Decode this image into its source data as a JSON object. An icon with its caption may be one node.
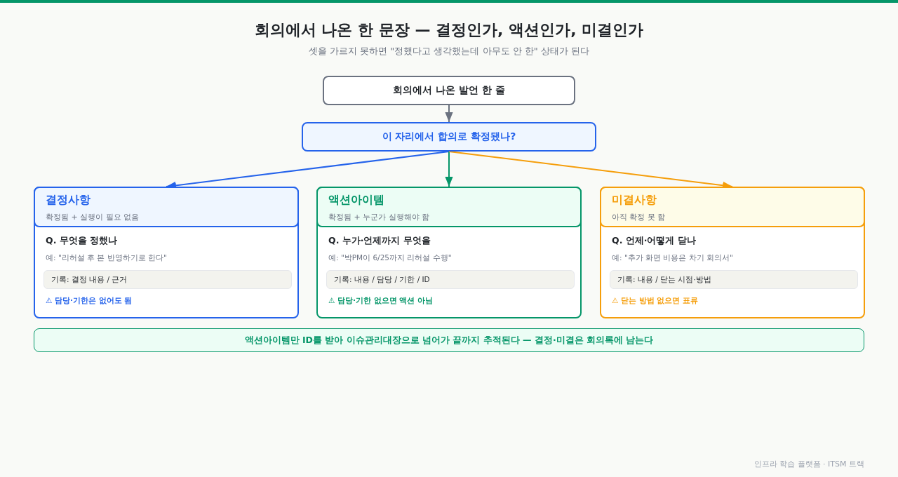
{
  "diagram": {
    "title": "회의에서 나온 한 문장 — 결정인가, 액션인가, 미결인가",
    "nodes": [
      {
        "text": [
          "회의에서 나온 발언 한 줄"
        ]
      },
      {
        "text": [
          "이 자리에서 합의로 확정됐나?"
        ]
      },
      {
        "text": [
          "결정사항",
          "확정됨 + 실행이 필요 없음",
          "Q. 무엇을 정했나",
          "예: \"리허설 후 본 반영하기로 한다\"",
          "⚠ 담당·기한은 없어도 됨"
        ]
      },
      {
        "text": [
          "기록: 결정 내용 / 근거"
        ],
        "in": 2
      },
      {
        "text": [
          "액션아이템",
          "확정됨 + 누군가 실행해야 함",
          "Q. 누가·언제까지 무엇을",
          "예: \"박PM이 6/25까지 리허설 수행\"",
          "⚠ 담당·기한 없으면 액션 아님"
        ]
      },
      {
        "text": [
          "기록: 내용 / 담당 / 기한 / ID"
        ],
        "in": 4
      },
      {
        "text": [
          "미결사항",
          "아직 확정 못 함",
          "Q. 언제·어떻게 닫나",
          "예: \"추가 화면 비용은 차기 회의서\"",
          "⚠ 닫는 방법 없으면 표류"
        ]
      },
      {
        "text": [
          "기록: 내용 / 닫는 시점·방법"
        ],
        "in": 6
      },
      {
        "text": [
          "액션아이템만 ID를 받아 이슈관리대장으로 넘어가 끝까지 추적된다 — 결정·미결은 회의록에 남는다"
        ]
      }
    ],
    "edges": [
      {
        "from": 0,
        "to": 1,
        "arrow": "to",
        "color": "#6b7280"
      },
      {
        "from": 1,
        "to": 2,
        "arrow": "to",
        "color": "#2563eb"
      },
      {
        "from": 1,
        "to": 4,
        "arrow": "to",
        "color": "#059669"
      },
      {
        "from": 1,
        "to": 6,
        "arrow": "to",
        "color": "#f59e0b"
      }
    ],
    "labels": [
      "셋을 가르지 못하면 \"정했다고 생각했는데 아무도 안 한\" 상태가 된다",
      "인프라 학습 플랫폼 · ITSM 트랙"
    ]
  }
}
